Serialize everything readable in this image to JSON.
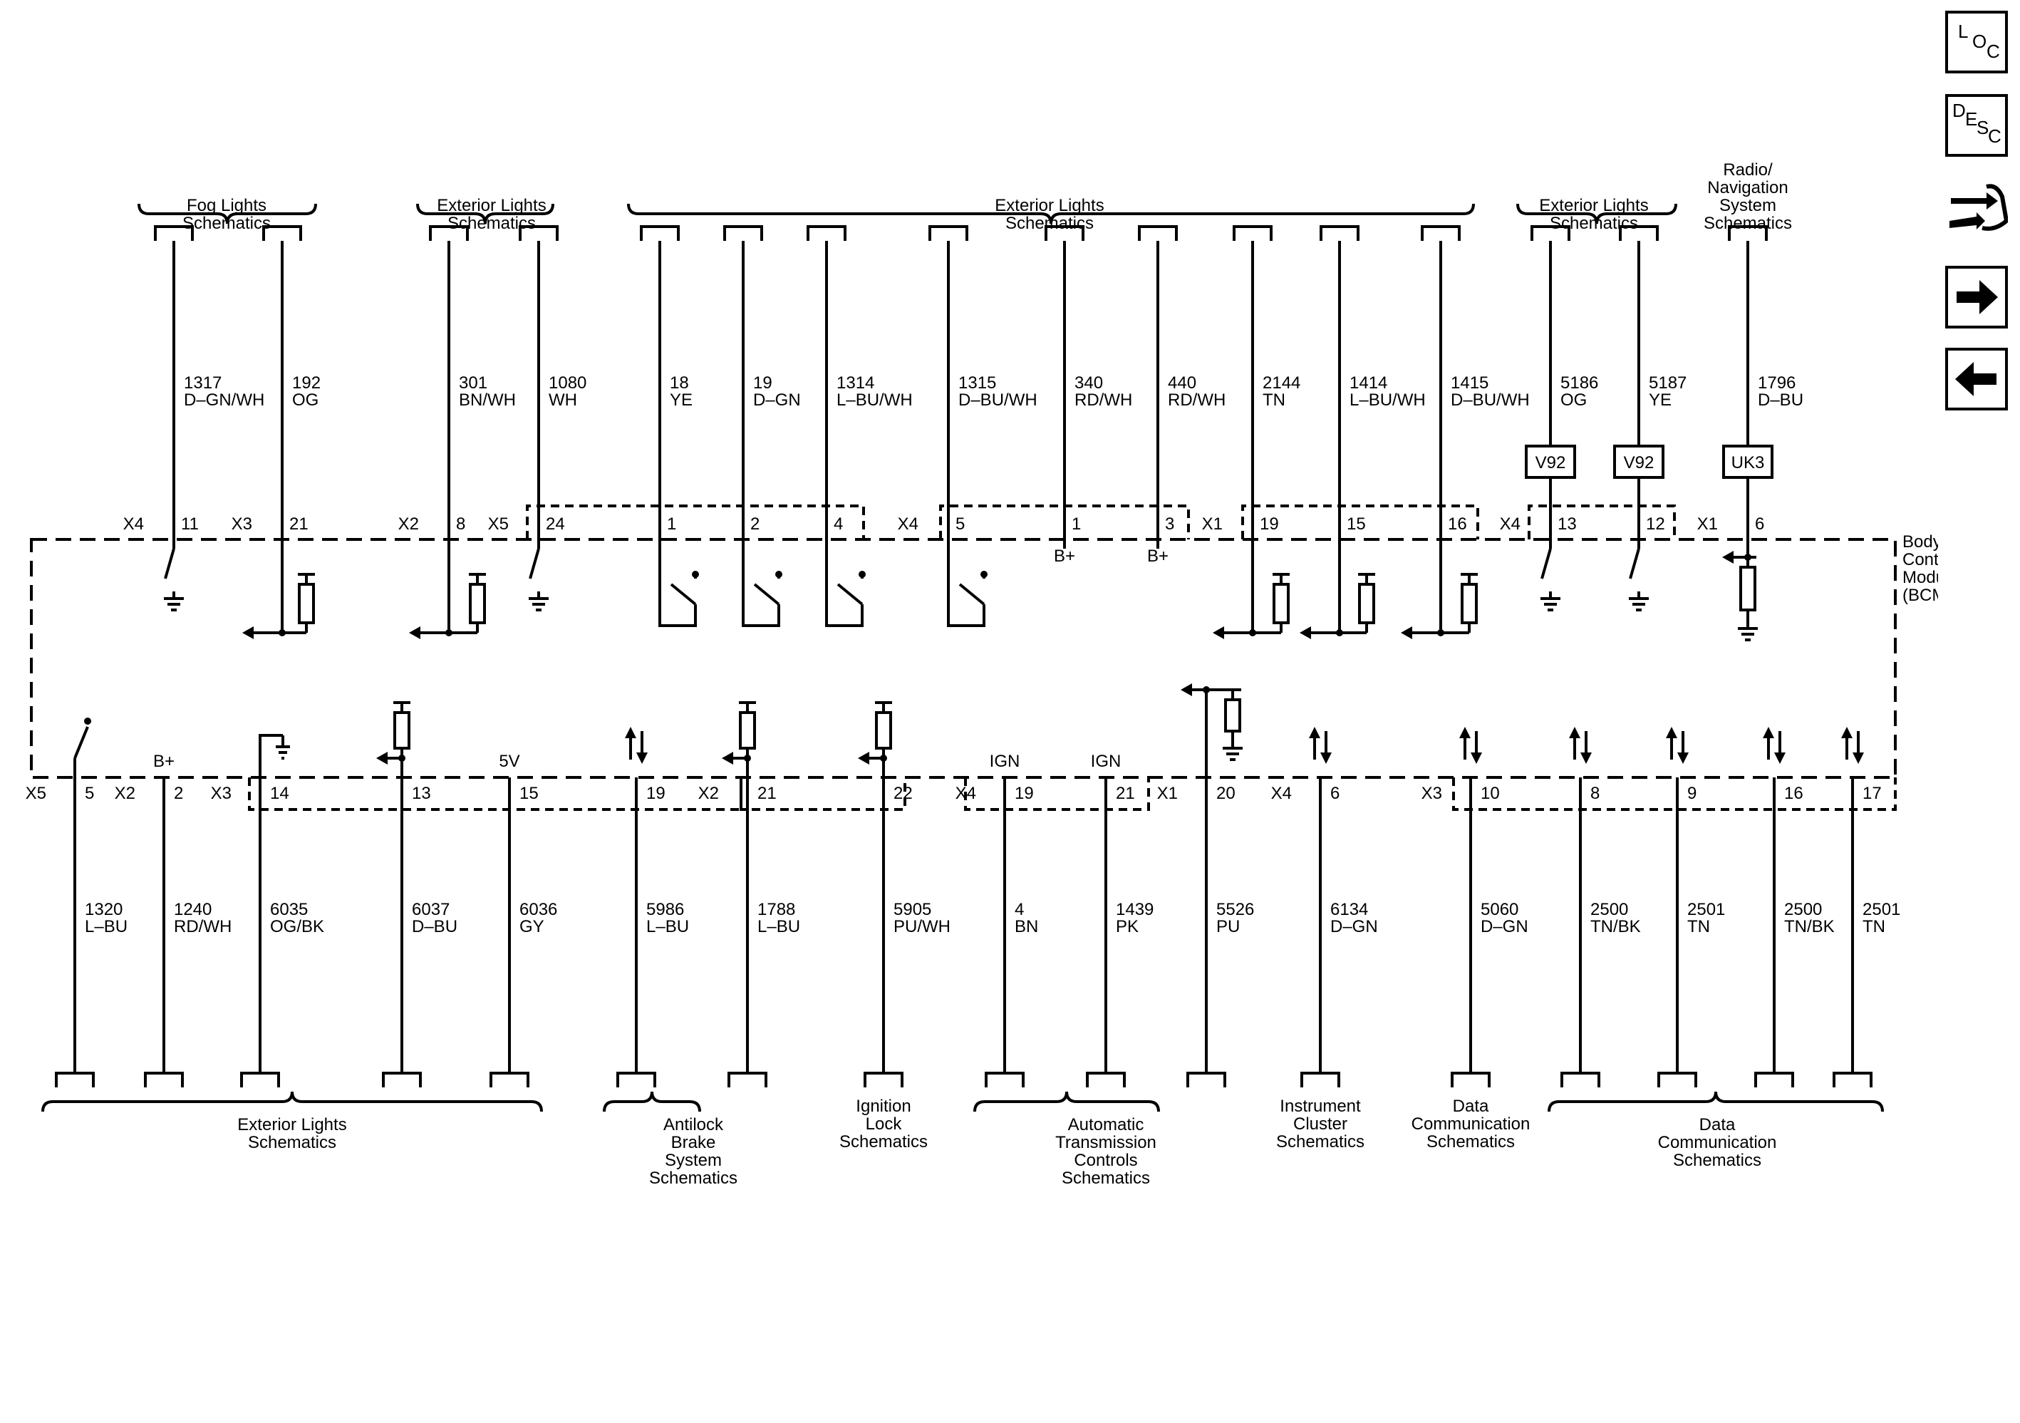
{
  "nav": {
    "loc": {
      "a": "L",
      "b": "O",
      "c": "C"
    },
    "desc": {
      "a": "D",
      "b": "E",
      "c": "S",
      "d": "C"
    },
    "connector_icon": "connector-end-view-icon",
    "next_icon": "arrow-right-icon",
    "prev_icon": "arrow-left-icon"
  },
  "module": {
    "name": [
      "Body",
      "Control",
      "Module",
      "(BCM)"
    ]
  },
  "top_groups": [
    {
      "lines": [
        "Fog Lights",
        "Schematics"
      ]
    },
    {
      "lines": [
        "Exterior Lights",
        "Schematics"
      ]
    },
    {
      "lines": [
        "Exterior Lights",
        "Schematics"
      ]
    },
    {
      "lines": [
        "Exterior Lights",
        "Schematics"
      ]
    },
    {
      "lines": [
        "Radio/",
        "Navigation",
        "System",
        "Schematics"
      ]
    }
  ],
  "top_circuits": [
    {
      "circuit": "1317",
      "color": "D–GN/WH",
      "connector": "X4",
      "pin": "11"
    },
    {
      "circuit": "192",
      "color": "OG",
      "connector": "X3",
      "pin": "21"
    },
    {
      "circuit": "301",
      "color": "BN/WH",
      "connector": "X2",
      "pin": "8"
    },
    {
      "circuit": "1080",
      "color": "WH",
      "connector": "X5",
      "pin": "24"
    },
    {
      "circuit": "18",
      "color": "YE",
      "connector": "",
      "pin": "1"
    },
    {
      "circuit": "19",
      "color": "D–GN",
      "connector": "",
      "pin": "2"
    },
    {
      "circuit": "1314",
      "color": "L–BU/WH",
      "connector": "",
      "pin": "4"
    },
    {
      "circuit": "1315",
      "color": "D–BU/WH",
      "connector": "X4",
      "pin": "5"
    },
    {
      "circuit": "340",
      "color": "RD/WH",
      "connector": "",
      "pin": "1"
    },
    {
      "circuit": "440",
      "color": "RD/WH",
      "connector": "",
      "pin": "3"
    },
    {
      "circuit": "2144",
      "color": "TN",
      "connector": "X1",
      "pin": "19"
    },
    {
      "circuit": "1414",
      "color": "L–BU/WH",
      "connector": "",
      "pin": "15"
    },
    {
      "circuit": "1415",
      "color": "D–BU/WH",
      "connector": "",
      "pin": "16"
    },
    {
      "circuit": "5186",
      "color": "OG",
      "connector": "X4",
      "pin": "13"
    },
    {
      "circuit": "5187",
      "color": "YE",
      "connector": "",
      "pin": "12"
    },
    {
      "circuit": "1796",
      "color": "D–BU",
      "connector": "X1",
      "pin": "6"
    }
  ],
  "inline_boxes": [
    "V92",
    "V92",
    "UK3"
  ],
  "internal_labels": {
    "b_plus": "B+",
    "five_v": "5V",
    "ign": "IGN"
  },
  "bottom_circuits": [
    {
      "circuit": "1320",
      "color": "L–BU",
      "connector": "X5",
      "pin": "5"
    },
    {
      "circuit": "1240",
      "color": "RD/WH",
      "connector": "X2",
      "pin": "2"
    },
    {
      "circuit": "6035",
      "color": "OG/BK",
      "connector": "X3",
      "pin": "14"
    },
    {
      "circuit": "6037",
      "color": "D–BU",
      "connector": "",
      "pin": "13"
    },
    {
      "circuit": "6036",
      "color": "GY",
      "connector": "",
      "pin": "15"
    },
    {
      "circuit": "5986",
      "color": "L–BU",
      "connector": "",
      "pin": "19"
    },
    {
      "circuit": "1788",
      "color": "L–BU",
      "connector": "X2",
      "pin": "21"
    },
    {
      "circuit": "5905",
      "color": "PU/WH",
      "connector": "",
      "pin": "22"
    },
    {
      "circuit": "4",
      "color": "BN",
      "connector": "X4",
      "pin": "19"
    },
    {
      "circuit": "1439",
      "color": "PK",
      "connector": "",
      "pin": "21"
    },
    {
      "circuit": "5526",
      "color": "PU",
      "connector": "X1",
      "pin": "20"
    },
    {
      "circuit": "6134",
      "color": "D–GN",
      "connector": "X4",
      "pin": "6"
    },
    {
      "circuit": "5060",
      "color": "D–GN",
      "connector": "X3",
      "pin": "10"
    },
    {
      "circuit": "2500",
      "color": "TN/BK",
      "connector": "",
      "pin": "8"
    },
    {
      "circuit": "2501",
      "color": "TN",
      "connector": "",
      "pin": "9"
    },
    {
      "circuit": "2500",
      "color": "TN/BK",
      "connector": "",
      "pin": "16"
    },
    {
      "circuit": "2501",
      "color": "TN",
      "connector": "",
      "pin": "17"
    }
  ],
  "bottom_groups": [
    {
      "lines": [
        "Exterior Lights",
        "Schematics"
      ]
    },
    {
      "lines": [
        "Antilock",
        "Brake",
        "System",
        "Schematics"
      ]
    },
    {
      "lines": [
        "Ignition",
        "Lock",
        "Schematics"
      ]
    },
    {
      "lines": [
        "Automatic",
        "Transmission",
        "Controls",
        "Schematics"
      ]
    },
    {
      "lines": [
        "Instrument",
        "Cluster",
        "Schematics"
      ]
    },
    {
      "lines": [
        "Data",
        "Communication",
        "Schematics"
      ]
    },
    {
      "lines": [
        "Data",
        "Communication",
        "Schematics"
      ]
    }
  ]
}
